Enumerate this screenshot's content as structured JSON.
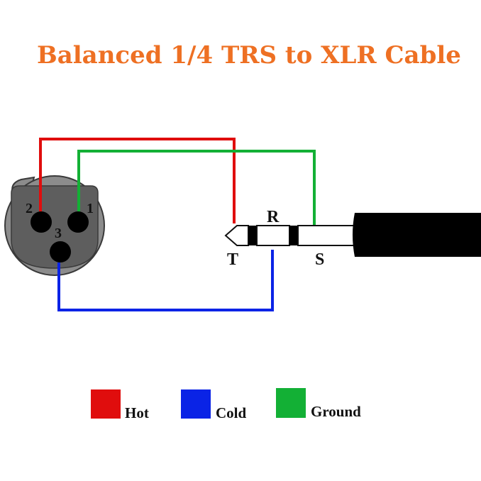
{
  "title": "Balanced 1/4 TRS to XLR Cable",
  "colors": {
    "title": "#ee7023",
    "hot": "#e00d0d",
    "cold": "#0a23e6",
    "ground": "#13b035",
    "connector_shell": "#8c8c8c",
    "connector_face": "#5e5e5e",
    "cable_jacket": "#000000"
  },
  "xlr": {
    "pins": [
      {
        "label": "1",
        "wire": "ground"
      },
      {
        "label": "2",
        "wire": "hot"
      },
      {
        "label": "3",
        "wire": "cold"
      }
    ]
  },
  "trs": {
    "tip_label": "T",
    "ring_label": "R",
    "sleeve_label": "S"
  },
  "legend": [
    {
      "label": "Hot",
      "color": "#e00d0d",
      "icon": "red-swatch"
    },
    {
      "label": "Cold",
      "color": "#0a23e6",
      "icon": "blue-swatch"
    },
    {
      "label": "Ground",
      "color": "#13b035",
      "icon": "green-swatch"
    }
  ]
}
